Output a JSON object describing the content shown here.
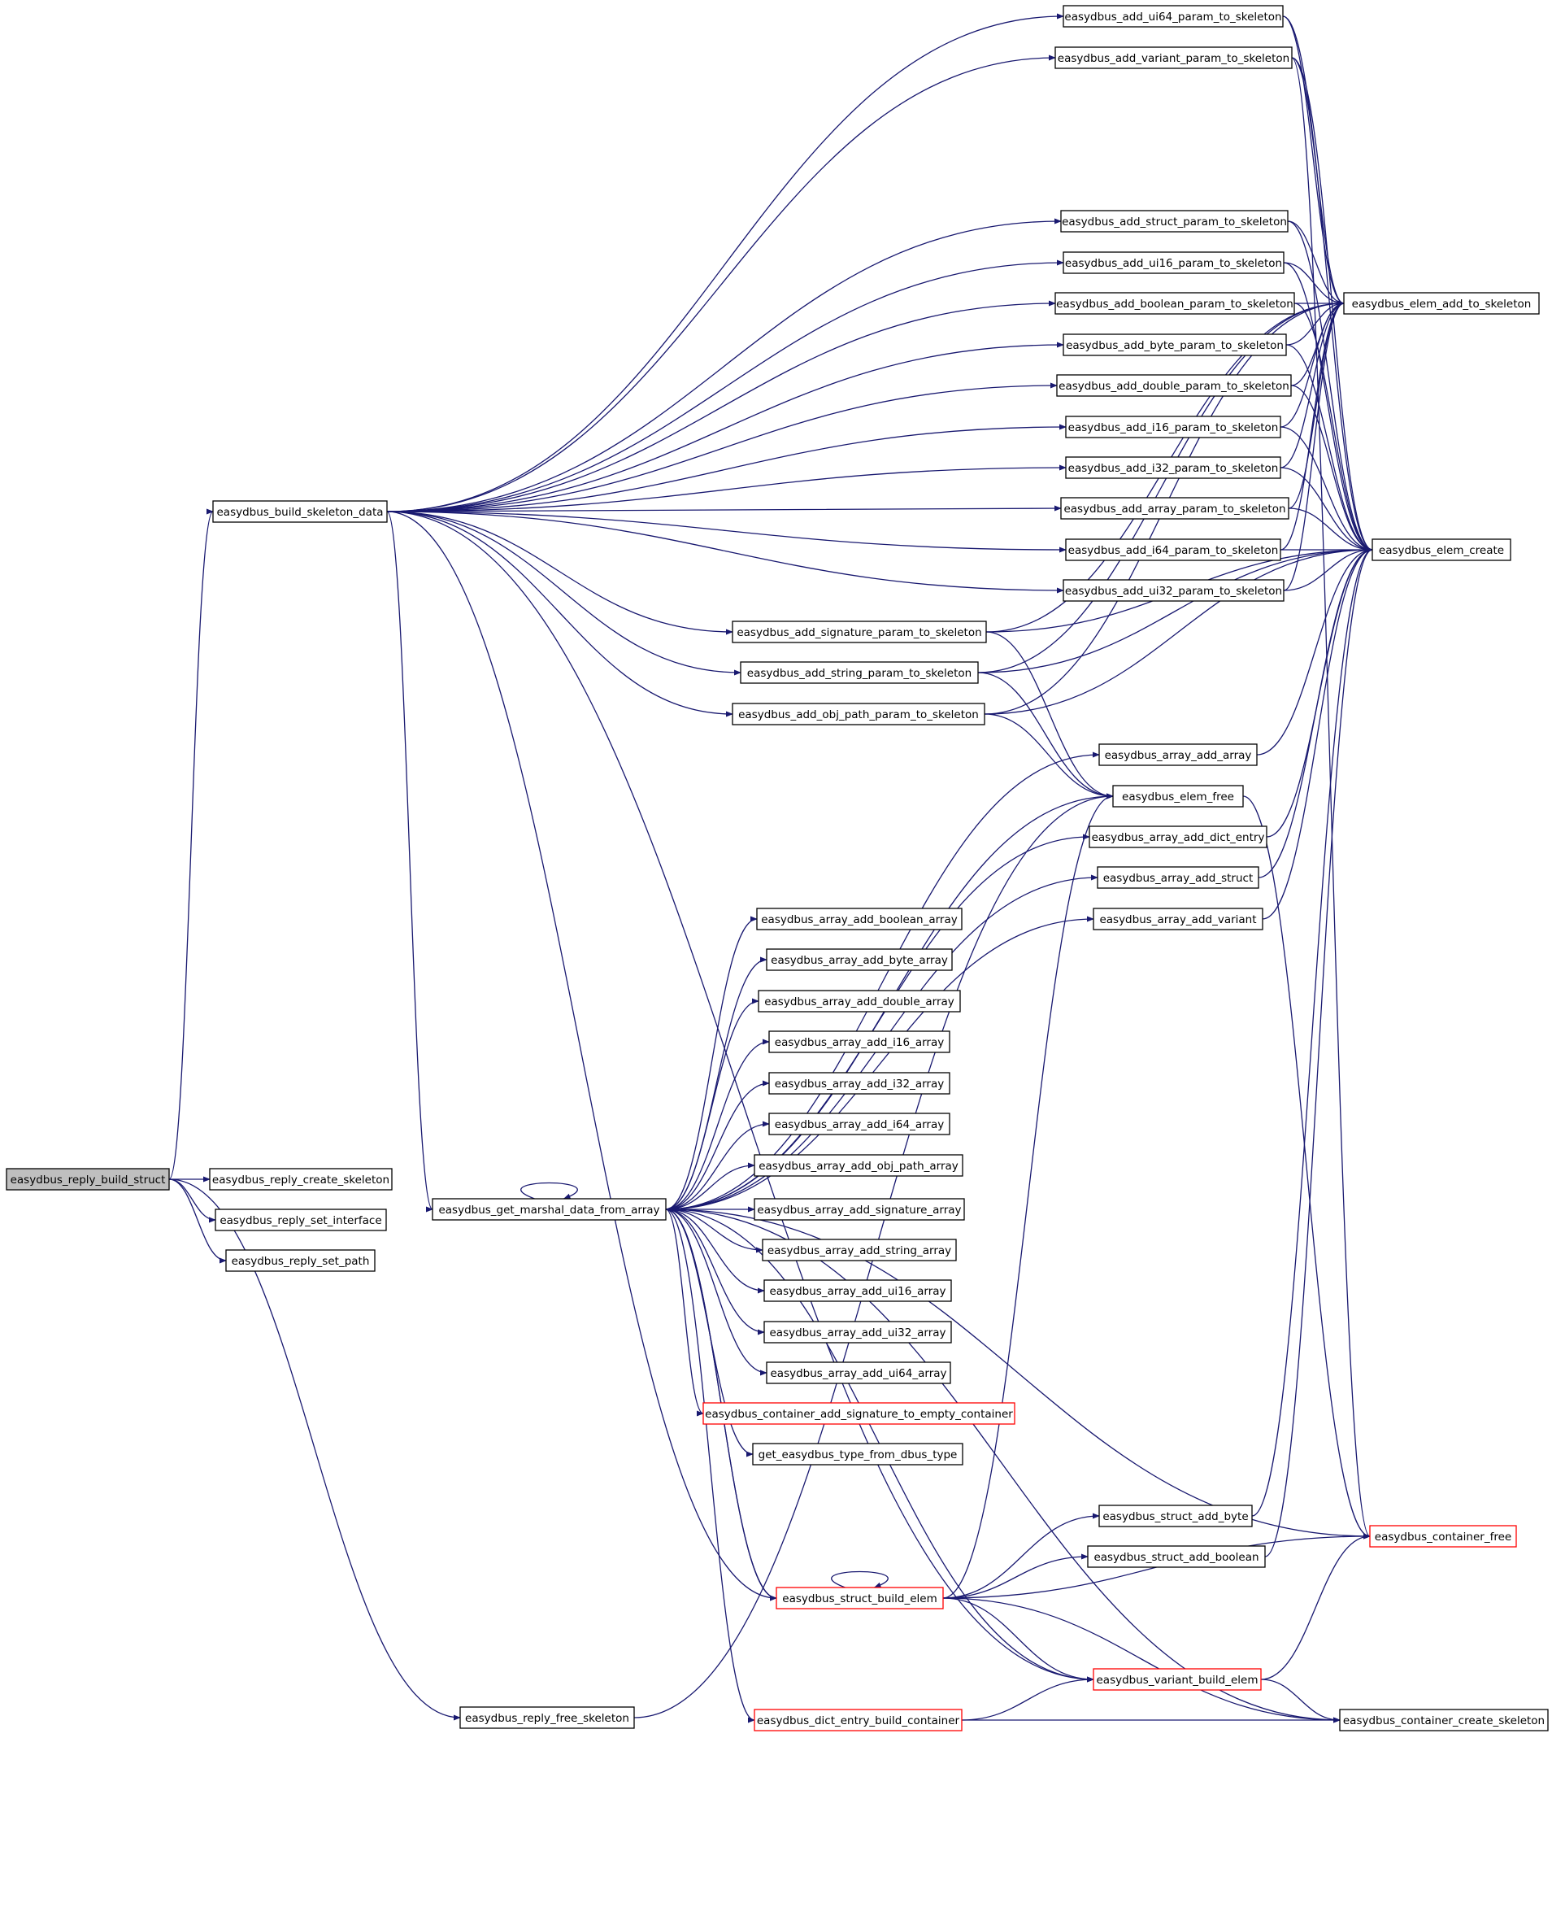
{
  "colors": {
    "edge": "#191970",
    "node_border": "#000000",
    "node_border_truncated": "#ff0000",
    "node_fill": "#ffffff",
    "root_fill": "#bfbfbf",
    "background": "#ffffff"
  },
  "nodes": [
    {
      "id": "reply_build_struct",
      "label": "easydbus_reply_build_struct",
      "style": "root"
    },
    {
      "id": "reply_create_skeleton",
      "label": "easydbus_reply_create_skeleton",
      "style": "normal"
    },
    {
      "id": "reply_set_interface",
      "label": "easydbus_reply_set_interface",
      "style": "normal"
    },
    {
      "id": "reply_set_path",
      "label": "easydbus_reply_set_path",
      "style": "normal"
    },
    {
      "id": "build_skeleton_data",
      "label": "easydbus_build_skeleton_data",
      "style": "normal"
    },
    {
      "id": "get_marshal",
      "label": "easydbus_get_marshal_data_from_array",
      "style": "normal"
    },
    {
      "id": "reply_free_skeleton",
      "label": "easydbus_reply_free_skeleton",
      "style": "normal"
    },
    {
      "id": "add_ui64",
      "label": "easydbus_add_ui64_param_to_skeleton",
      "style": "normal"
    },
    {
      "id": "add_variant",
      "label": "easydbus_add_variant_param_to_skeleton",
      "style": "normal"
    },
    {
      "id": "add_struct",
      "label": "easydbus_add_struct_param_to_skeleton",
      "style": "normal"
    },
    {
      "id": "add_ui16",
      "label": "easydbus_add_ui16_param_to_skeleton",
      "style": "normal"
    },
    {
      "id": "add_boolean",
      "label": "easydbus_add_boolean_param_to_skeleton",
      "style": "normal"
    },
    {
      "id": "add_byte",
      "label": "easydbus_add_byte_param_to_skeleton",
      "style": "normal"
    },
    {
      "id": "add_double",
      "label": "easydbus_add_double_param_to_skeleton",
      "style": "normal"
    },
    {
      "id": "add_i16",
      "label": "easydbus_add_i16_param_to_skeleton",
      "style": "normal"
    },
    {
      "id": "add_i32",
      "label": "easydbus_add_i32_param_to_skeleton",
      "style": "normal"
    },
    {
      "id": "add_array",
      "label": "easydbus_add_array_param_to_skeleton",
      "style": "normal"
    },
    {
      "id": "add_i64",
      "label": "easydbus_add_i64_param_to_skeleton",
      "style": "normal"
    },
    {
      "id": "add_ui32",
      "label": "easydbus_add_ui32_param_to_skeleton",
      "style": "normal"
    },
    {
      "id": "add_signature",
      "label": "easydbus_add_signature_param_to_skeleton",
      "style": "normal"
    },
    {
      "id": "add_string",
      "label": "easydbus_add_string_param_to_skeleton",
      "style": "normal"
    },
    {
      "id": "add_obj_path",
      "label": "easydbus_add_obj_path_param_to_skeleton",
      "style": "normal"
    },
    {
      "id": "elem_add_to_skeleton",
      "label": "easydbus_elem_add_to_skeleton",
      "style": "normal"
    },
    {
      "id": "elem_create",
      "label": "easydbus_elem_create",
      "style": "normal"
    },
    {
      "id": "array_add_array",
      "label": "easydbus_array_add_array",
      "style": "normal"
    },
    {
      "id": "elem_free",
      "label": "easydbus_elem_free",
      "style": "normal"
    },
    {
      "id": "array_add_dict_entry",
      "label": "easydbus_array_add_dict_entry",
      "style": "normal"
    },
    {
      "id": "array_add_struct",
      "label": "easydbus_array_add_struct",
      "style": "normal"
    },
    {
      "id": "array_add_variant",
      "label": "easydbus_array_add_variant",
      "style": "normal"
    },
    {
      "id": "array_add_boolean_array",
      "label": "easydbus_array_add_boolean_array",
      "style": "normal"
    },
    {
      "id": "array_add_byte_array",
      "label": "easydbus_array_add_byte_array",
      "style": "normal"
    },
    {
      "id": "array_add_double_array",
      "label": "easydbus_array_add_double_array",
      "style": "normal"
    },
    {
      "id": "array_add_i16_array",
      "label": "easydbus_array_add_i16_array",
      "style": "normal"
    },
    {
      "id": "array_add_i32_array",
      "label": "easydbus_array_add_i32_array",
      "style": "normal"
    },
    {
      "id": "array_add_i64_array",
      "label": "easydbus_array_add_i64_array",
      "style": "normal"
    },
    {
      "id": "array_add_obj_path_array",
      "label": "easydbus_array_add_obj_path_array",
      "style": "normal"
    },
    {
      "id": "array_add_signature_array",
      "label": "easydbus_array_add_signature_array",
      "style": "normal"
    },
    {
      "id": "array_add_string_array",
      "label": "easydbus_array_add_string_array",
      "style": "normal"
    },
    {
      "id": "array_add_ui16_array",
      "label": "easydbus_array_add_ui16_array",
      "style": "normal"
    },
    {
      "id": "array_add_ui32_array",
      "label": "easydbus_array_add_ui32_array",
      "style": "normal"
    },
    {
      "id": "array_add_ui64_array",
      "label": "easydbus_array_add_ui64_array",
      "style": "normal"
    },
    {
      "id": "container_add_signature",
      "label": "easydbus_container_add_signature_to_empty_container",
      "style": "truncated"
    },
    {
      "id": "get_type_from_dbus",
      "label": "get_easydbus_type_from_dbus_type",
      "style": "normal"
    },
    {
      "id": "struct_add_byte",
      "label": "easydbus_struct_add_byte",
      "style": "normal"
    },
    {
      "id": "struct_add_boolean",
      "label": "easydbus_struct_add_boolean",
      "style": "normal"
    },
    {
      "id": "container_free",
      "label": "easydbus_container_free",
      "style": "truncated"
    },
    {
      "id": "struct_build_elem",
      "label": "easydbus_struct_build_elem",
      "style": "truncated"
    },
    {
      "id": "variant_build_elem",
      "label": "easydbus_variant_build_elem",
      "style": "truncated"
    },
    {
      "id": "dict_entry_build_container",
      "label": "easydbus_dict_entry_build_container",
      "style": "truncated"
    },
    {
      "id": "container_create_skeleton",
      "label": "easydbus_container_create_skeleton",
      "style": "normal"
    }
  ],
  "edges": [
    [
      "reply_build_struct",
      "build_skeleton_data"
    ],
    [
      "reply_build_struct",
      "reply_create_skeleton"
    ],
    [
      "reply_build_struct",
      "reply_set_interface"
    ],
    [
      "reply_build_struct",
      "reply_set_path"
    ],
    [
      "reply_build_struct",
      "reply_free_skeleton"
    ],
    [
      "build_skeleton_data",
      "add_ui64"
    ],
    [
      "build_skeleton_data",
      "add_variant"
    ],
    [
      "build_skeleton_data",
      "add_struct"
    ],
    [
      "build_skeleton_data",
      "add_ui16"
    ],
    [
      "build_skeleton_data",
      "add_boolean"
    ],
    [
      "build_skeleton_data",
      "add_byte"
    ],
    [
      "build_skeleton_data",
      "add_double"
    ],
    [
      "build_skeleton_data",
      "add_i16"
    ],
    [
      "build_skeleton_data",
      "add_i32"
    ],
    [
      "build_skeleton_data",
      "add_array"
    ],
    [
      "build_skeleton_data",
      "add_i64"
    ],
    [
      "build_skeleton_data",
      "add_ui32"
    ],
    [
      "build_skeleton_data",
      "add_signature"
    ],
    [
      "build_skeleton_data",
      "add_string"
    ],
    [
      "build_skeleton_data",
      "add_obj_path"
    ],
    [
      "build_skeleton_data",
      "get_marshal"
    ],
    [
      "build_skeleton_data",
      "struct_build_elem"
    ],
    [
      "build_skeleton_data",
      "variant_build_elem"
    ],
    [
      "add_ui64",
      "elem_add_to_skeleton"
    ],
    [
      "add_ui64",
      "elem_create"
    ],
    [
      "add_variant",
      "elem_add_to_skeleton"
    ],
    [
      "add_variant",
      "elem_create"
    ],
    [
      "add_variant",
      "container_free"
    ],
    [
      "add_struct",
      "elem_add_to_skeleton"
    ],
    [
      "add_struct",
      "elem_create"
    ],
    [
      "add_ui16",
      "elem_add_to_skeleton"
    ],
    [
      "add_ui16",
      "elem_create"
    ],
    [
      "add_boolean",
      "elem_add_to_skeleton"
    ],
    [
      "add_boolean",
      "elem_create"
    ],
    [
      "add_byte",
      "elem_add_to_skeleton"
    ],
    [
      "add_byte",
      "elem_create"
    ],
    [
      "add_double",
      "elem_add_to_skeleton"
    ],
    [
      "add_double",
      "elem_create"
    ],
    [
      "add_i16",
      "elem_add_to_skeleton"
    ],
    [
      "add_i16",
      "elem_create"
    ],
    [
      "add_i32",
      "elem_add_to_skeleton"
    ],
    [
      "add_i32",
      "elem_create"
    ],
    [
      "add_array",
      "elem_add_to_skeleton"
    ],
    [
      "add_array",
      "elem_create"
    ],
    [
      "add_i64",
      "elem_add_to_skeleton"
    ],
    [
      "add_i64",
      "elem_create"
    ],
    [
      "add_ui32",
      "elem_add_to_skeleton"
    ],
    [
      "add_ui32",
      "elem_create"
    ],
    [
      "add_signature",
      "elem_add_to_skeleton"
    ],
    [
      "add_signature",
      "elem_create"
    ],
    [
      "add_signature",
      "elem_free"
    ],
    [
      "add_string",
      "elem_add_to_skeleton"
    ],
    [
      "add_string",
      "elem_create"
    ],
    [
      "add_string",
      "elem_free"
    ],
    [
      "add_obj_path",
      "elem_add_to_skeleton"
    ],
    [
      "add_obj_path",
      "elem_create"
    ],
    [
      "add_obj_path",
      "elem_free"
    ],
    [
      "get_marshal",
      "get_marshal"
    ],
    [
      "get_marshal",
      "array_add_array"
    ],
    [
      "get_marshal",
      "elem_free"
    ],
    [
      "get_marshal",
      "array_add_dict_entry"
    ],
    [
      "get_marshal",
      "array_add_struct"
    ],
    [
      "get_marshal",
      "array_add_variant"
    ],
    [
      "get_marshal",
      "array_add_boolean_array"
    ],
    [
      "get_marshal",
      "array_add_byte_array"
    ],
    [
      "get_marshal",
      "array_add_double_array"
    ],
    [
      "get_marshal",
      "array_add_i16_array"
    ],
    [
      "get_marshal",
      "array_add_i32_array"
    ],
    [
      "get_marshal",
      "array_add_i64_array"
    ],
    [
      "get_marshal",
      "array_add_obj_path_array"
    ],
    [
      "get_marshal",
      "array_add_signature_array"
    ],
    [
      "get_marshal",
      "array_add_string_array"
    ],
    [
      "get_marshal",
      "array_add_ui16_array"
    ],
    [
      "get_marshal",
      "array_add_ui32_array"
    ],
    [
      "get_marshal",
      "array_add_ui64_array"
    ],
    [
      "get_marshal",
      "container_add_signature"
    ],
    [
      "get_marshal",
      "get_type_from_dbus"
    ],
    [
      "get_marshal",
      "container_free"
    ],
    [
      "get_marshal",
      "struct_build_elem"
    ],
    [
      "get_marshal",
      "variant_build_elem"
    ],
    [
      "get_marshal",
      "dict_entry_build_container"
    ],
    [
      "get_marshal",
      "container_create_skeleton"
    ],
    [
      "array_add_array",
      "elem_create"
    ],
    [
      "array_add_dict_entry",
      "elem_create"
    ],
    [
      "array_add_struct",
      "elem_create"
    ],
    [
      "array_add_variant",
      "elem_create"
    ],
    [
      "elem_free",
      "container_free"
    ],
    [
      "struct_add_byte",
      "elem_create"
    ],
    [
      "struct_add_boolean",
      "elem_create"
    ],
    [
      "struct_build_elem",
      "struct_build_elem"
    ],
    [
      "struct_build_elem",
      "get_marshal"
    ],
    [
      "struct_build_elem",
      "struct_add_byte"
    ],
    [
      "struct_build_elem",
      "struct_add_boolean"
    ],
    [
      "struct_build_elem",
      "container_free"
    ],
    [
      "struct_build_elem",
      "elem_free"
    ],
    [
      "struct_build_elem",
      "variant_build_elem"
    ],
    [
      "struct_build_elem",
      "container_create_skeleton"
    ],
    [
      "variant_build_elem",
      "container_free"
    ],
    [
      "variant_build_elem",
      "container_create_skeleton"
    ],
    [
      "dict_entry_build_container",
      "variant_build_elem"
    ],
    [
      "dict_entry_build_container",
      "container_create_skeleton"
    ],
    [
      "reply_free_skeleton",
      "elem_free"
    ]
  ]
}
